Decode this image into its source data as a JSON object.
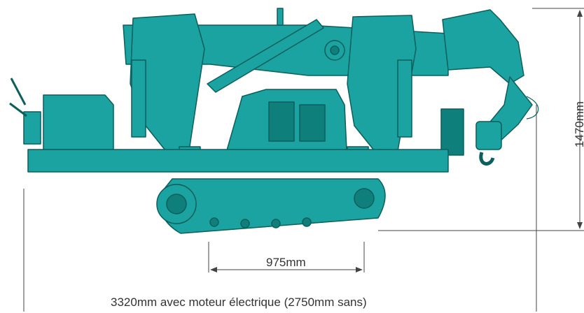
{
  "dimensions": {
    "track_width": "975mm",
    "total_length": "3320mm avec moteur électrique (2750mm sans)",
    "height": "1470mm"
  },
  "colors": {
    "machine": "#1aa3a0",
    "machine_dark": "#0f7f7c",
    "outline": "#0b5f5d",
    "dimension_line": "#444444"
  }
}
